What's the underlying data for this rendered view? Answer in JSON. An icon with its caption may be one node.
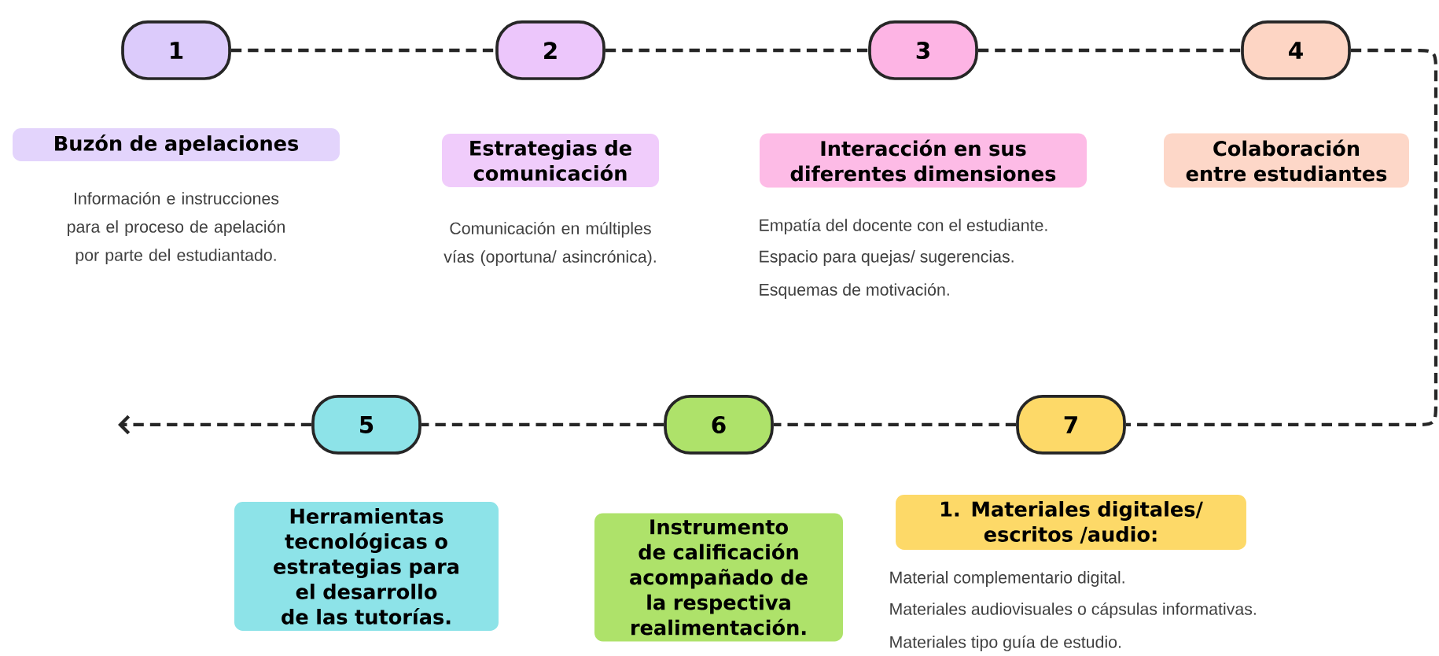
{
  "diagram": {
    "nodes": [
      {
        "text": [
          "1"
        ]
      },
      {
        "text": [
          "Buzón de apelaciones"
        ],
        "beside": [
          "Información e instrucciones para el proceso de apelación por parte del estudiantado."
        ]
      },
      {
        "text": [
          "2"
        ]
      },
      {
        "text": [
          "Estrategias de comunicación"
        ],
        "beside": [
          "Comunicación en múltiples vías (oportuna/ asincrónica)."
        ]
      },
      {
        "text": [
          "3"
        ]
      },
      {
        "text": [
          "Interacción en sus diferentes dimensiones"
        ],
        "beside": [
          "Empatía del docente con el estudiante.",
          "Espacio para quejas/ sugerencias.",
          "Esquemas de motivación."
        ]
      },
      {
        "text": [
          "4"
        ]
      },
      {
        "text": [
          "Colaboración entre estudiantes"
        ]
      },
      {
        "text": [
          "5"
        ]
      },
      {
        "text": [
          "Herramientas tecnológicas o estrategias para el desarrollo de las tutorías."
        ]
      },
      {
        "text": [
          "6"
        ]
      },
      {
        "text": [
          "Instrumento de calificación acompañado de la respectiva realimentación."
        ]
      },
      {
        "text": [
          "7"
        ]
      },
      {
        "text": [
          "1. Materiales digitales/ escritos /audio:"
        ],
        "beside": [
          "Material complementario digital.",
          "Materiales audiovisuales o cápsulas informativas.",
          "Materiales tipo guía de estudio."
        ]
      }
    ],
    "edges": [
      {
        "from": 0,
        "to": 2,
        "arrow": "none",
        "style": "dashed"
      },
      {
        "from": 2,
        "to": 4,
        "arrow": "none",
        "style": "dashed"
      },
      {
        "from": 4,
        "to": 6,
        "arrow": "none",
        "style": "dashed"
      },
      {
        "from": 6,
        "to": 12,
        "arrow": "none",
        "style": "dashed"
      },
      {
        "from": 12,
        "to": 10,
        "arrow": "none",
        "style": "dashed"
      },
      {
        "from": 10,
        "to": 8,
        "arrow": "none",
        "style": "dashed"
      },
      {
        "from": 8,
        "to": null,
        "arrow": "to",
        "style": "dashed"
      }
    ]
  }
}
